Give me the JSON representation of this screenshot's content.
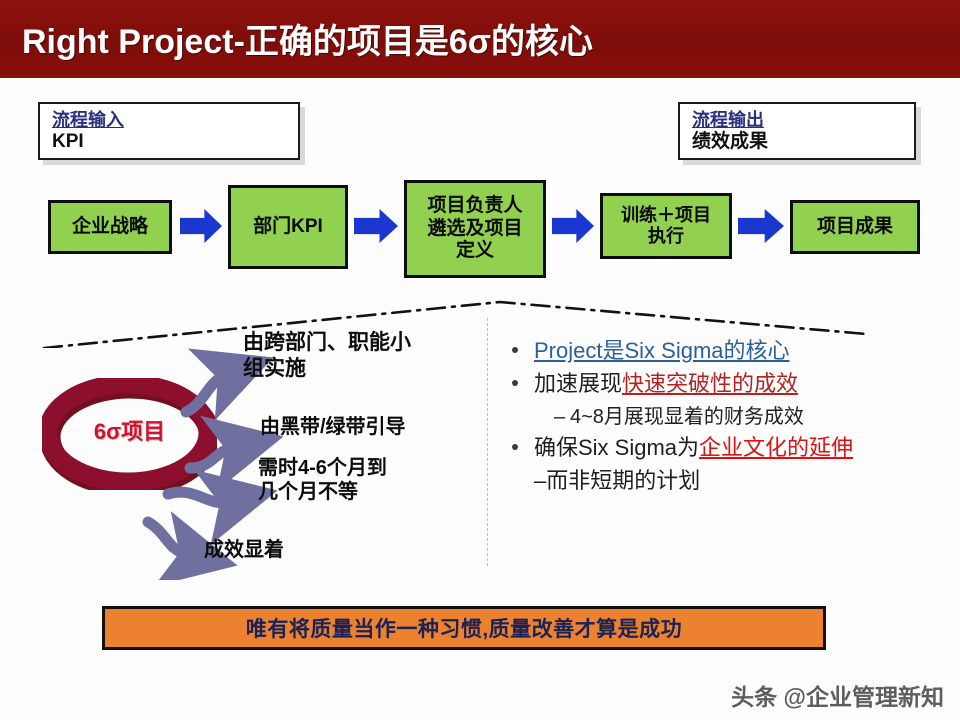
{
  "slide": {
    "title": "Right Project-正确的项目是6σ的核心",
    "header_color": "#8a0f0b",
    "background_color": "#fdfdfd"
  },
  "callouts": [
    {
      "name": "process-input",
      "heading": "流程输入",
      "sub": "KPI"
    },
    {
      "name": "process-output",
      "heading": "流程输出",
      "sub": "绩效成果"
    }
  ],
  "process_flow": {
    "box_color": "#92d050",
    "arrow_color": "#1a37cf",
    "boxes": [
      {
        "label": "企业战略"
      },
      {
        "label": "部门KPI"
      },
      {
        "label": "项目负责人\n遴选及项目\n定义"
      },
      {
        "label": "训练＋项目\n执行"
      },
      {
        "label": "项目成果"
      }
    ]
  },
  "ellipse": {
    "label": "6σ项目",
    "ring_color": "#8c0f2e",
    "text_color": "#d4112a"
  },
  "branches": [
    {
      "label": "由跨部门、职能小\n组实施"
    },
    {
      "label": "由黑带/绿带引导"
    },
    {
      "label": "需时4-6个月到\n几个月不等"
    },
    {
      "label": "成效显着"
    }
  ],
  "bullets": {
    "items": [
      {
        "name": "bullet-project-core",
        "parts": [
          {
            "text": "Project是Six Sigma的核心",
            "style": "blue-underline"
          }
        ]
      },
      {
        "name": "bullet-breakthrough",
        "parts": [
          {
            "text": "加速展现",
            "style": "plain"
          },
          {
            "text": "快速突破性的成效",
            "style": "red-underline"
          }
        ],
        "sub": {
          "dash": "–",
          "text": "4~8月展现显着的财务成效"
        }
      },
      {
        "name": "bullet-culture",
        "parts": [
          {
            "text": "确保Six Sigma为",
            "style": "plain"
          },
          {
            "text": "企业文化的延伸",
            "style": "red-strong"
          }
        ],
        "continuation": "–而非短期的计划"
      }
    ]
  },
  "banner": {
    "text": "唯有将质量当作一种习惯,质量改善才算是成功",
    "fill": "#ec8130",
    "text_color": "#1b2255"
  },
  "watermark": {
    "text": "头条 @企业管理新知"
  }
}
